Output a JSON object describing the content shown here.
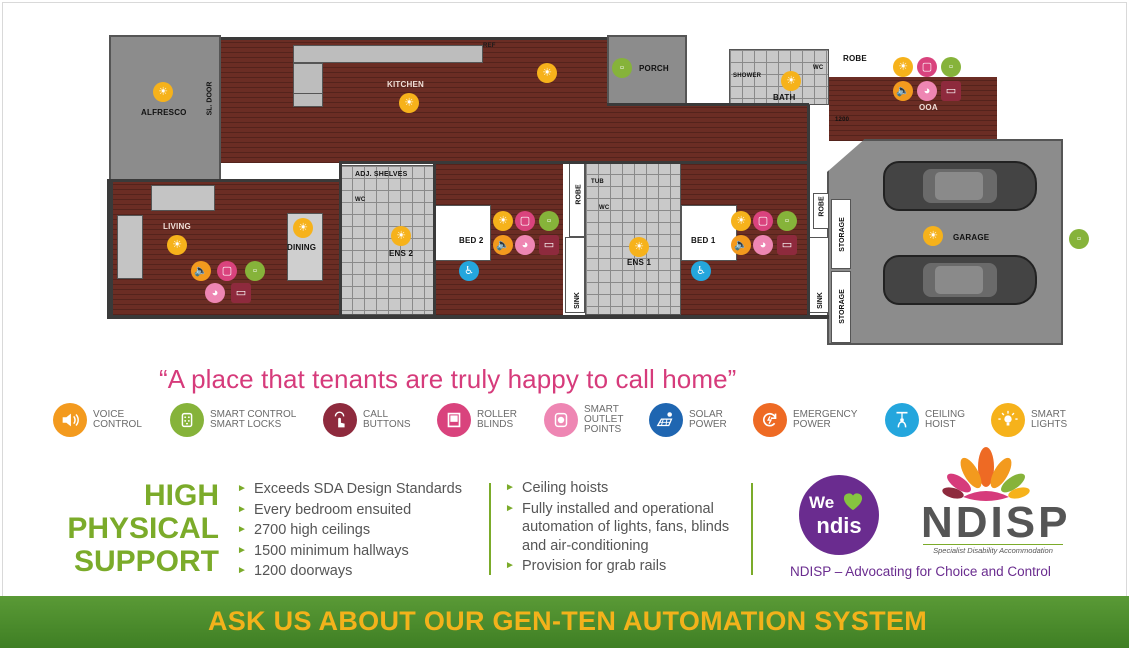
{
  "rooms": {
    "alfresco": "ALFRESCO",
    "sl_door": "SL. DOOR",
    "kitchen": "KITCHEN",
    "porch": "PORCH",
    "living": "LIVING",
    "dining": "DINING",
    "adj_shelves": "ADJ. SHELVES",
    "ens2": "ENS 2",
    "bed2": "BED 2",
    "robe": "ROBE",
    "ens1": "ENS 1",
    "tub": "TUB",
    "bed1": "BED 1",
    "sink": "SINK",
    "storage": "STORAGE",
    "garage": "GARAGE",
    "shower": "SHOWER",
    "wc": "WC",
    "bath": "BATH",
    "ooa": "OOA",
    "ref": "REF",
    "dim_1200": "1200"
  },
  "tagline": "“A place that tenants are truly happy to call home”",
  "legend": [
    {
      "icon": "voice-control-icon",
      "label": "VOICE\nCONTROL",
      "color": "#f39a1e"
    },
    {
      "icon": "smart-lock-icon",
      "label": "SMART CONTROL\nSMART LOCKS",
      "color": "#86b33a"
    },
    {
      "icon": "call-button-icon",
      "label": "CALL\nBUTTONS",
      "color": "#8e2a3d"
    },
    {
      "icon": "roller-blind-icon",
      "label": "ROLLER\nBLINDS",
      "color": "#d9437d"
    },
    {
      "icon": "smart-outlet-icon",
      "label": "SMART\nOUTLET\nPOINTS",
      "color": "#ee86b3"
    },
    {
      "icon": "solar-power-icon",
      "label": "SOLAR\nPOWER",
      "color": "#1f66b1"
    },
    {
      "icon": "emergency-power-icon",
      "label": "EMERGENCY\nPOWER",
      "color": "#ee6a24"
    },
    {
      "icon": "ceiling-hoist-icon",
      "label": "CEILING\nHOIST",
      "color": "#24a6dd"
    },
    {
      "icon": "smart-light-icon",
      "label": "SMART\nLIGHTS",
      "color": "#f6b21b"
    }
  ],
  "support": {
    "title_lines": [
      "HIGH",
      "PHYSICAL",
      "SUPPORT"
    ],
    "list1": [
      "Exceeds SDA Design Standards",
      "Every bedroom ensuited",
      "2700 high ceilings",
      "1500 minimum hallways",
      "1200 doorways"
    ],
    "list2": [
      "Ceiling hoists",
      "Fully installed and operational automation of lights, fans, blinds and air-conditioning",
      "Provision for grab rails"
    ]
  },
  "brand": {
    "we": "We",
    "ndis": "ndis",
    "ndisp": "NDISP",
    "ndisp_sub": "Specialist Disability Accommodation",
    "advocating": "NDISP  – Advocating for Choice and Control"
  },
  "banner": "ASK US ABOUT OUR GEN-TEN AUTOMATION SYSTEM"
}
